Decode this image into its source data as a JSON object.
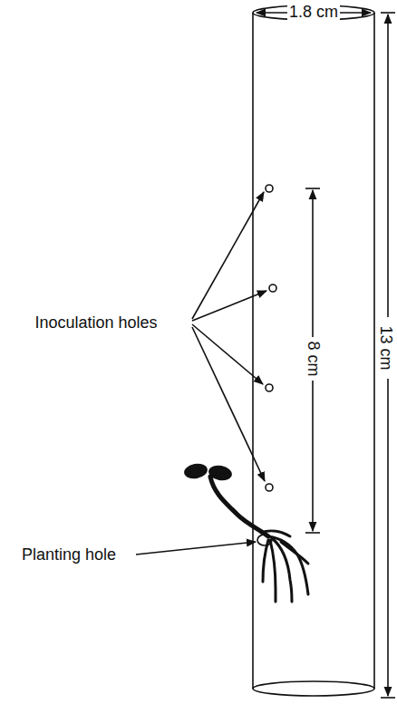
{
  "diagram": {
    "labels": [
      "1.8 cm",
      "13 cm",
      "8 cm",
      "Inoculation holes",
      "Planting hole"
    ]
  }
}
